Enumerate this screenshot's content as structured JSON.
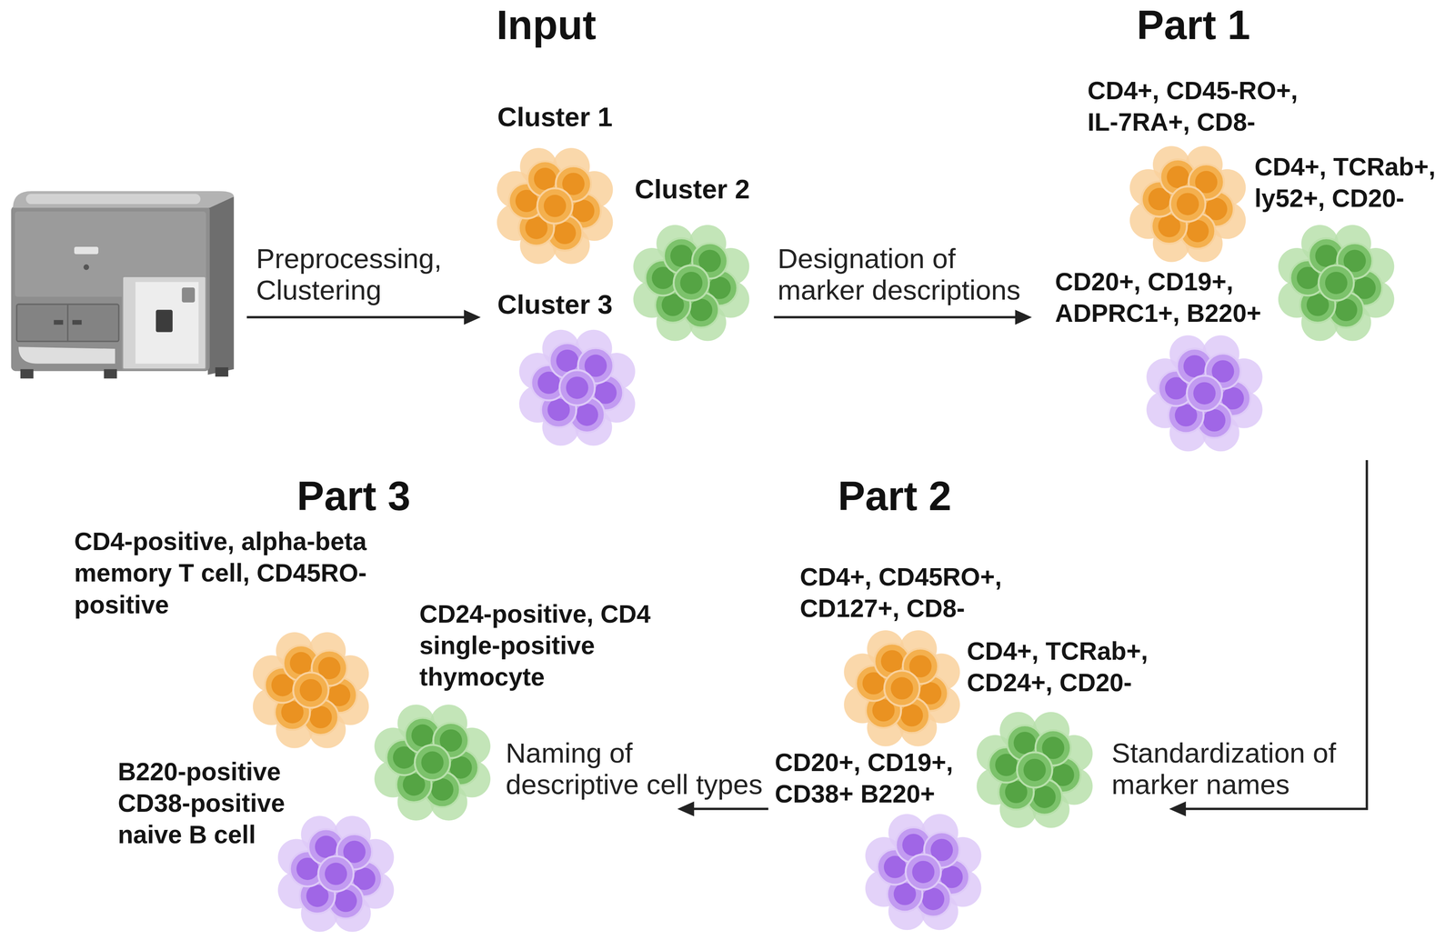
{
  "diagram": {
    "nodes": [
      {
        "text": [
          "Input"
        ]
      },
      {
        "text": [
          "Cluster 1"
        ],
        "in": 0
      },
      {
        "text": [
          "Cluster 2"
        ],
        "in": 0
      },
      {
        "text": [
          "Cluster 3"
        ],
        "in": 0
      },
      {
        "text": [
          "Part 1"
        ]
      },
      {
        "text": [
          "CD4+, CD45-RO+, IL-7RA+, CD8-"
        ],
        "in": 4
      },
      {
        "text": [
          "CD4+, TCRab+, ly52+, CD20-"
        ],
        "in": 4
      },
      {
        "text": [
          "CD20+, CD19+, ADPRC1+, B220+"
        ],
        "in": 4
      },
      {
        "text": [
          "Part 2"
        ]
      },
      {
        "text": [
          "CD4+, CD45RO+, CD127+, CD8-"
        ],
        "in": 8
      },
      {
        "text": [
          "CD4+, TCRab+, CD24+, CD20-"
        ],
        "in": 8
      },
      {
        "text": [
          "CD20+, CD19+, CD38+ B220+"
        ],
        "in": 8
      },
      {
        "text": [
          "Part 3"
        ]
      },
      {
        "text": [
          "CD4-positive, alpha-beta memory T cell, CD45RO-positive"
        ],
        "in": 12
      },
      {
        "text": [
          "CD24-positive, CD4 single-positive thymocyte"
        ],
        "in": 12
      },
      {
        "text": [
          "B220-positive CD38-positive naive B cell"
        ],
        "in": 12
      }
    ],
    "edges": [
      {
        "from": 0,
        "to": 4,
        "label": "Designation of marker descriptions",
        "arrow": "to"
      },
      {
        "from": 4,
        "to": 8,
        "label": "Standardization of marker names",
        "arrow": "to"
      },
      {
        "from": 8,
        "to": 12,
        "label": "Naming of descriptive cell types",
        "arrow": "to"
      }
    ],
    "labels": [
      "Preprocessing, Clustering"
    ]
  }
}
